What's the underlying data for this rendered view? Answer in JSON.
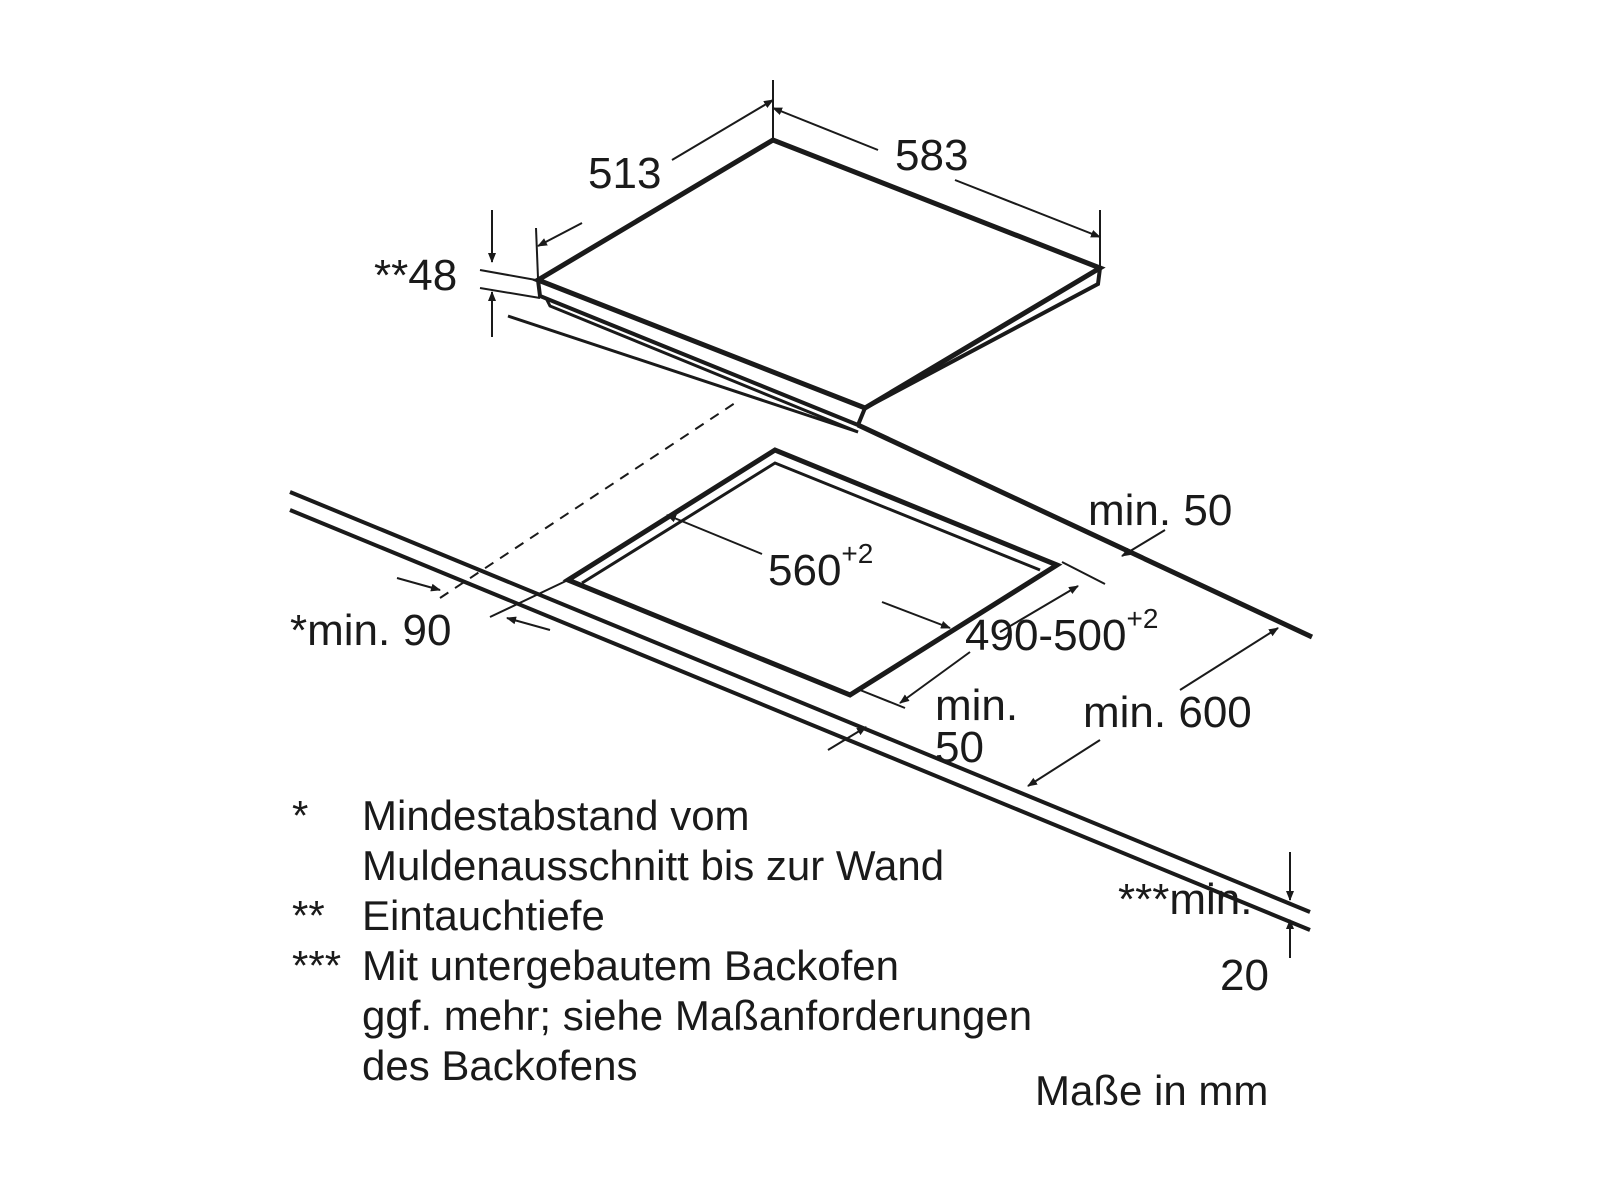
{
  "dimensions": {
    "depth": "513",
    "width": "583",
    "immersion_depth": "**48",
    "cutout_width": "560",
    "cutout_width_tol": "+2",
    "cutout_depth": "490-500",
    "cutout_depth_tol": "+2",
    "min_back": "min. 50",
    "min_wall": "*min. 90",
    "min_front_1": "min.",
    "min_front_2": "50",
    "min_depth": "min. 600",
    "min_below_1": "***min.",
    "min_below_2": "20"
  },
  "notes": [
    {
      "marker": "*",
      "lines": [
        "Mindestabstand vom",
        "Muldenausschnitt bis zur Wand"
      ]
    },
    {
      "marker": "**",
      "lines": [
        "Eintauchtiefe"
      ]
    },
    {
      "marker": "***",
      "lines": [
        "Mit untergebautem Backofen",
        "ggf. mehr; siehe Maßanforderungen",
        "des Backofens"
      ]
    }
  ],
  "units_label": "Maße in mm",
  "colors": {
    "ink": "#1a1a1a",
    "background": "#ffffff"
  }
}
